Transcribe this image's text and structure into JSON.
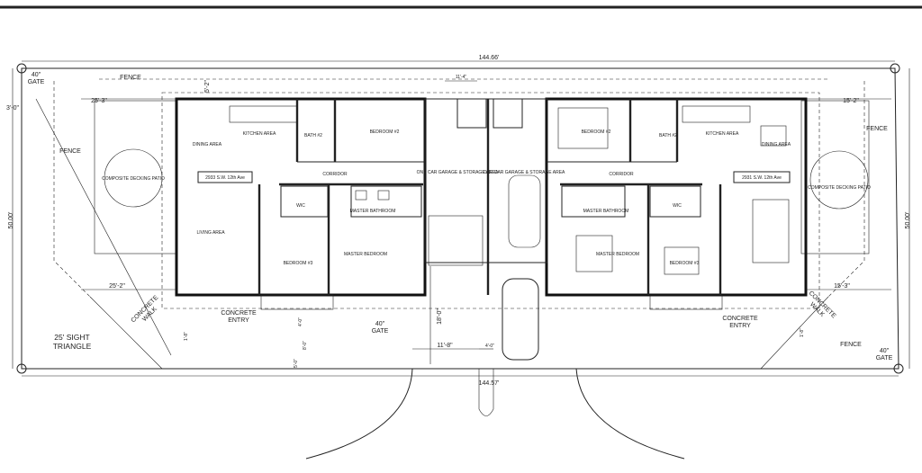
{
  "dimensions": {
    "top_width": "144.66'",
    "bottom_width": "144.57'",
    "left_depth": "50.00'",
    "right_depth": "50.00'",
    "left_setback_side": "3'-0\"",
    "top_left_setback": "25'-3\"",
    "top_right_setback": "15'-2\"",
    "bottom_left_setback": "25'-2\"",
    "bottom_right_setback": "15'-3\"",
    "front_setback": "5'-2\"",
    "driveway_depth": "18'-0\"",
    "driveway_width": "11'-8\"",
    "center_gap": "4'-0\"",
    "small_dim_a": "1'-8\"",
    "small_dim_b": "4'-0\"",
    "small_dim_c": "1'-8\"",
    "small_dim_d": "8'-0\"",
    "small_dim_e": "5'-0\"",
    "garage_width": "11'-4\""
  },
  "site_labels": {
    "gate_top_left": "40\"\nGATE",
    "fence_top": "FENCE",
    "fence_left": "FENCE",
    "fence_right": "FENCE",
    "fence_bottom_right": "FENCE",
    "sight_triangle": "25' SIGHT\nTRIANGLE",
    "walk_left": "CONCRETE\nWALK",
    "walk_right": "CONCRETE\nWALK",
    "entry_left": "CONCRETE\nENTRY",
    "entry_right": "CONCRETE\nENTRY",
    "gate_left": "40\"\nGATE",
    "gate_bottom_right": "40\"\nGATE"
  },
  "unit_left": {
    "address": "2933 S.W. 12th Ave",
    "rooms": [
      "DINING AREA",
      "KITCHEN AREA",
      "BATH #2",
      "BEDROOM #2",
      "CORRIDOR",
      "LIVING AREA",
      "WIC",
      "MASTER BATHROOM",
      "BEDROOM #3",
      "MASTER BEDROOM",
      "ONE CAR GARAGE & STORAGE AREA",
      "COMPOSITE DECKING PATIO"
    ]
  },
  "unit_right": {
    "address": "2931 S.W. 12th Ave",
    "rooms": [
      "BEDROOM #2",
      "BATH #2",
      "KITCHEN AREA",
      "DINING AREA",
      "CORRIDOR",
      "MASTER BATHROOM",
      "WIC",
      "MASTER BEDROOM",
      "BEDROOM #3",
      "ONE CAR GARAGE & STORAGE AREA",
      "COMPOSITE DECKING PATIO"
    ]
  }
}
